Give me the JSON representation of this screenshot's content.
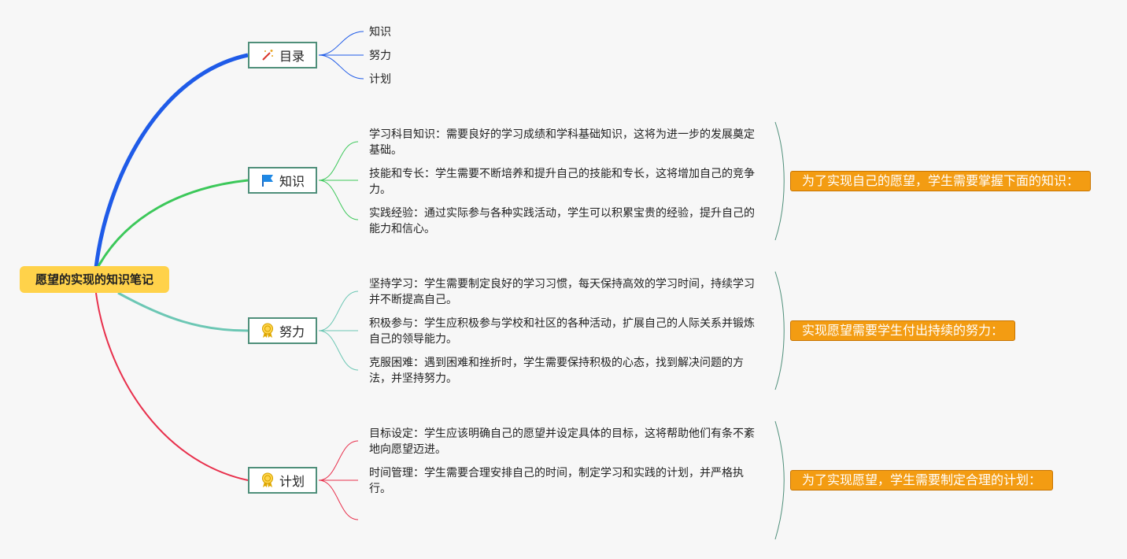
{
  "root": {
    "title": "愿望的实现的知识笔记"
  },
  "branches": {
    "toc": {
      "label": "目录",
      "icon": "magic-wand-icon",
      "items": [
        "知识",
        "努力",
        "计划"
      ]
    },
    "knowledge": {
      "label": "知识",
      "icon": "blue-flag-icon",
      "items": [
        "学习科目知识：需要良好的学习成绩和学科基础知识，这将为进一步的发展奠定基础。",
        "技能和专长：学生需要不断培养和提升自己的技能和专长，这将增加自己的竞争力。",
        "实践经验：通过实际参与各种实践活动，学生可以积累宝贵的经验，提升自己的能力和信心。"
      ],
      "summary": "为了实现自己的愿望，学生需要掌握下面的知识："
    },
    "effort": {
      "label": "努力",
      "icon": "award-ribbon-icon",
      "items": [
        "坚持学习：学生需要制定良好的学习习惯，每天保持高效的学习时间，持续学习并不断提高自己。",
        "积极参与：学生应积极参与学校和社区的各种活动，扩展自己的人际关系并锻炼自己的领导能力。",
        "克服困难：遇到困难和挫折时，学生需要保持积极的心态，找到解决问题的方法，并坚持努力。"
      ],
      "summary": "实现愿望需要学生付出持续的努力："
    },
    "plan": {
      "label": "计划",
      "icon": "award-ribbon-icon",
      "items": [
        "目标设定：学生应该明确自己的愿望并设定具体的目标，这将帮助他们有条不紊地向愿望迈进。",
        "时间管理：学生需要合理安排自己的时间，制定学习和实践的计划，并严格执行。",
        ""
      ],
      "summary": "为了实现愿望，学生需要制定合理的计划："
    }
  },
  "colors": {
    "toc": "#1f5be8",
    "knowledge": "#3cc85a",
    "effort": "#6cc7b4",
    "plan": "#e8304c",
    "root_fill": "#ffd24a",
    "summary_fill": "#f39c12",
    "node_border": "#4f8f7a",
    "bracket": "#4f8f7a"
  }
}
